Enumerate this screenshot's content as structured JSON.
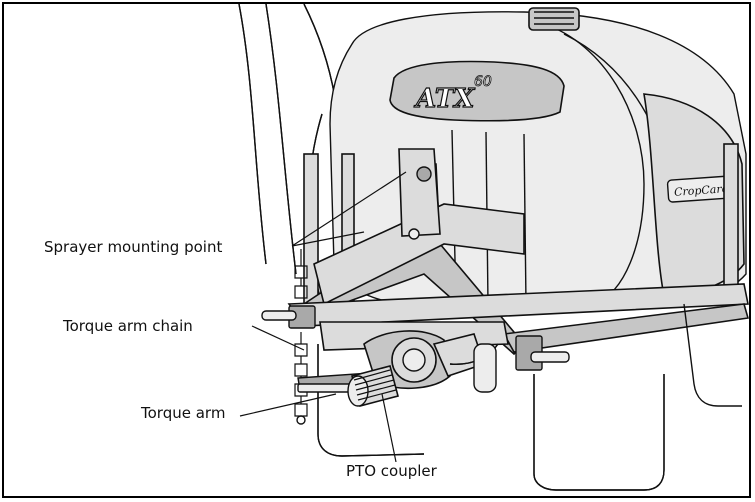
{
  "callouts": {
    "sprayer_mounting_point": "Sprayer mounting point",
    "torque_arm_chain": "Torque arm chain",
    "torque_arm": "Torque arm",
    "pto_coupler": "PTO coupler"
  },
  "tank_logo": {
    "model": "ATX",
    "capacity": "60"
  },
  "brand_plate": "CropCare"
}
